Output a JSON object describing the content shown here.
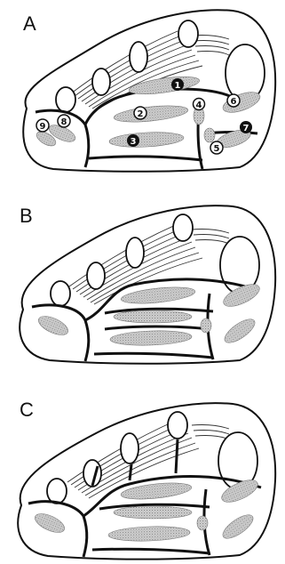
{
  "panels": [
    {
      "letter": "A",
      "labels": [
        {
          "id": "1",
          "text": "1",
          "inverted": true
        },
        {
          "id": "2",
          "text": "2",
          "inverted": false
        },
        {
          "id": "3",
          "text": "3",
          "inverted": true
        },
        {
          "id": "4",
          "text": "4",
          "inverted": false
        },
        {
          "id": "5",
          "text": "5",
          "inverted": false
        },
        {
          "id": "6",
          "text": "6",
          "inverted": false
        },
        {
          "id": "7",
          "text": "7",
          "inverted": true
        },
        {
          "id": "8",
          "text": "8",
          "inverted": false
        },
        {
          "id": "9",
          "text": "9",
          "inverted": false
        }
      ]
    },
    {
      "letter": "B",
      "labels": []
    },
    {
      "letter": "C",
      "labels": []
    }
  ],
  "colors": {
    "outline": "#111111",
    "stipple": "#9a9a9a",
    "stipple_bg": "#d2d2d2",
    "background": "#ffffff"
  }
}
